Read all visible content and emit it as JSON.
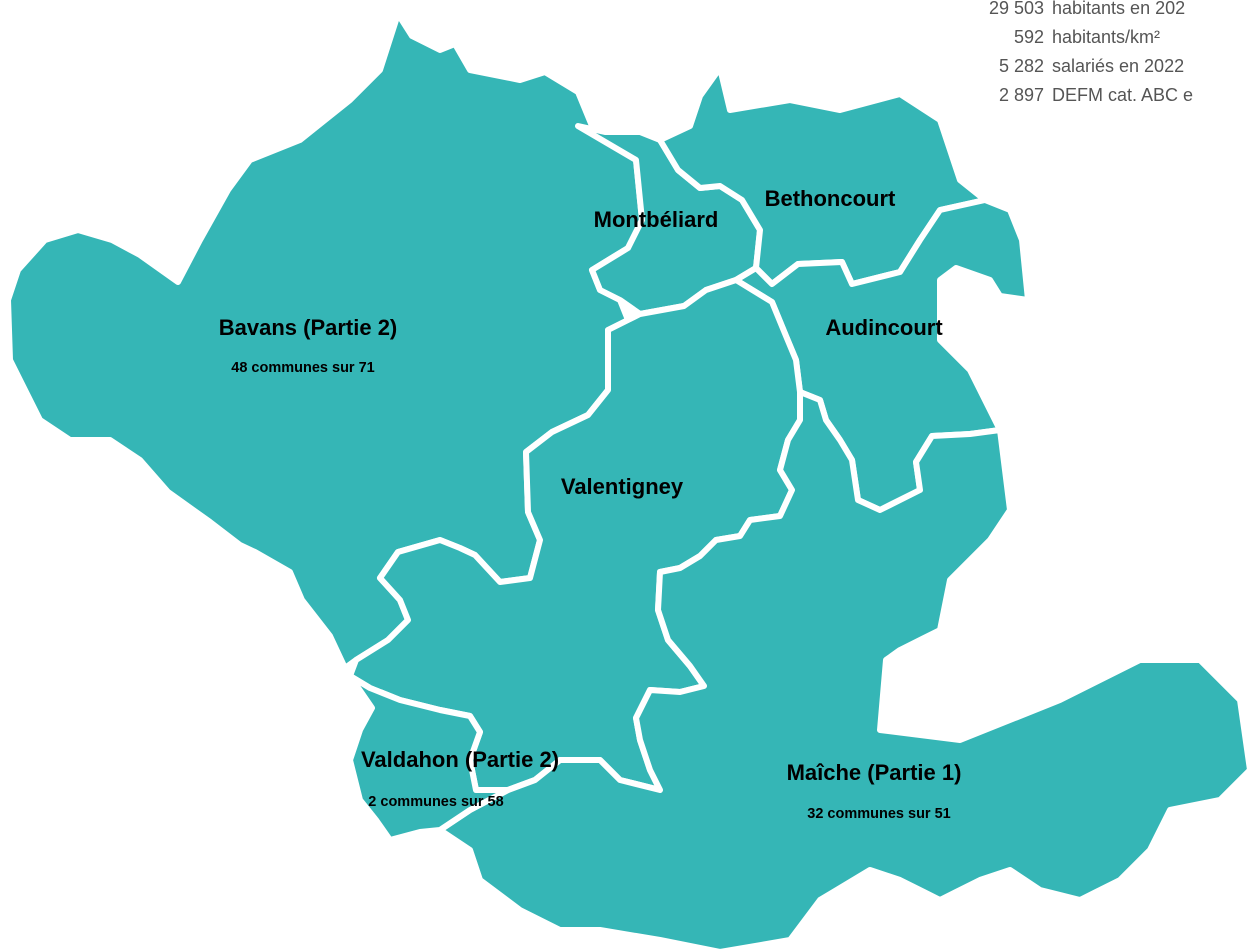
{
  "colors": {
    "fill": "#35b6b6",
    "border": "#ffffff",
    "label": "#000000",
    "stats_text": "#555555"
  },
  "stats": [
    {
      "value": "29 503",
      "label": "habitants en 202"
    },
    {
      "value": "592",
      "label": "habitants/km²"
    },
    {
      "value": "5 282",
      "label": "salariés en 2022"
    },
    {
      "value": "2 897",
      "label": "DEFM cat. ABC e"
    }
  ],
  "regions": {
    "bavans": {
      "name": "Bavans (Partie 2)",
      "sub": "48 communes sur 71"
    },
    "montbeliard": {
      "name": "Montbéliard"
    },
    "bethoncourt": {
      "name": "Bethoncourt"
    },
    "audincourt": {
      "name": "Audincourt"
    },
    "valentigney": {
      "name": "Valentigney"
    },
    "maiche": {
      "name": "Maîche (Partie 1)",
      "sub": "32 communes sur 51"
    },
    "valdahon": {
      "name": "Valdahon (Partie 2)",
      "sub": "2 communes sur 58"
    }
  }
}
